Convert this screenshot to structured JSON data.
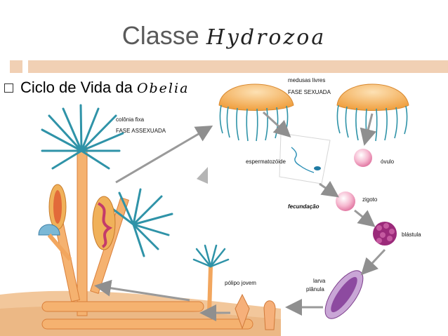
{
  "title": {
    "main": "Classe",
    "taxon": "Hydrozoa"
  },
  "bullet": {
    "text": "Ciclo de Vida da",
    "taxon": "Obelia"
  },
  "labels": {
    "colonia_fixa": "colônia fixa",
    "fase_assexuada": "FASE ASSEXUADA",
    "medusas_livres": "medusas livres",
    "fase_sexuada": "FASE SEXUADA",
    "espermatozoide": "espermatozóide",
    "ovulo": "óvulo",
    "zigoto": "zigoto",
    "fecundacao": "fecundação",
    "blastula": "blástula",
    "larva": "larva",
    "planula": "plânula",
    "polipo_jovem": "pólipo jovem"
  },
  "colors": {
    "accent_band": "#f1d0b4",
    "ground": "#f2c79b",
    "polyp_blue": "#3aa6b8",
    "stalk": "#f2a65e",
    "medusa_orange": "#f5b45a",
    "arrow_gray": "#9a9a9a",
    "egg_pink": "#f4a7c4",
    "blastula_purple": "#9b2a7a"
  }
}
